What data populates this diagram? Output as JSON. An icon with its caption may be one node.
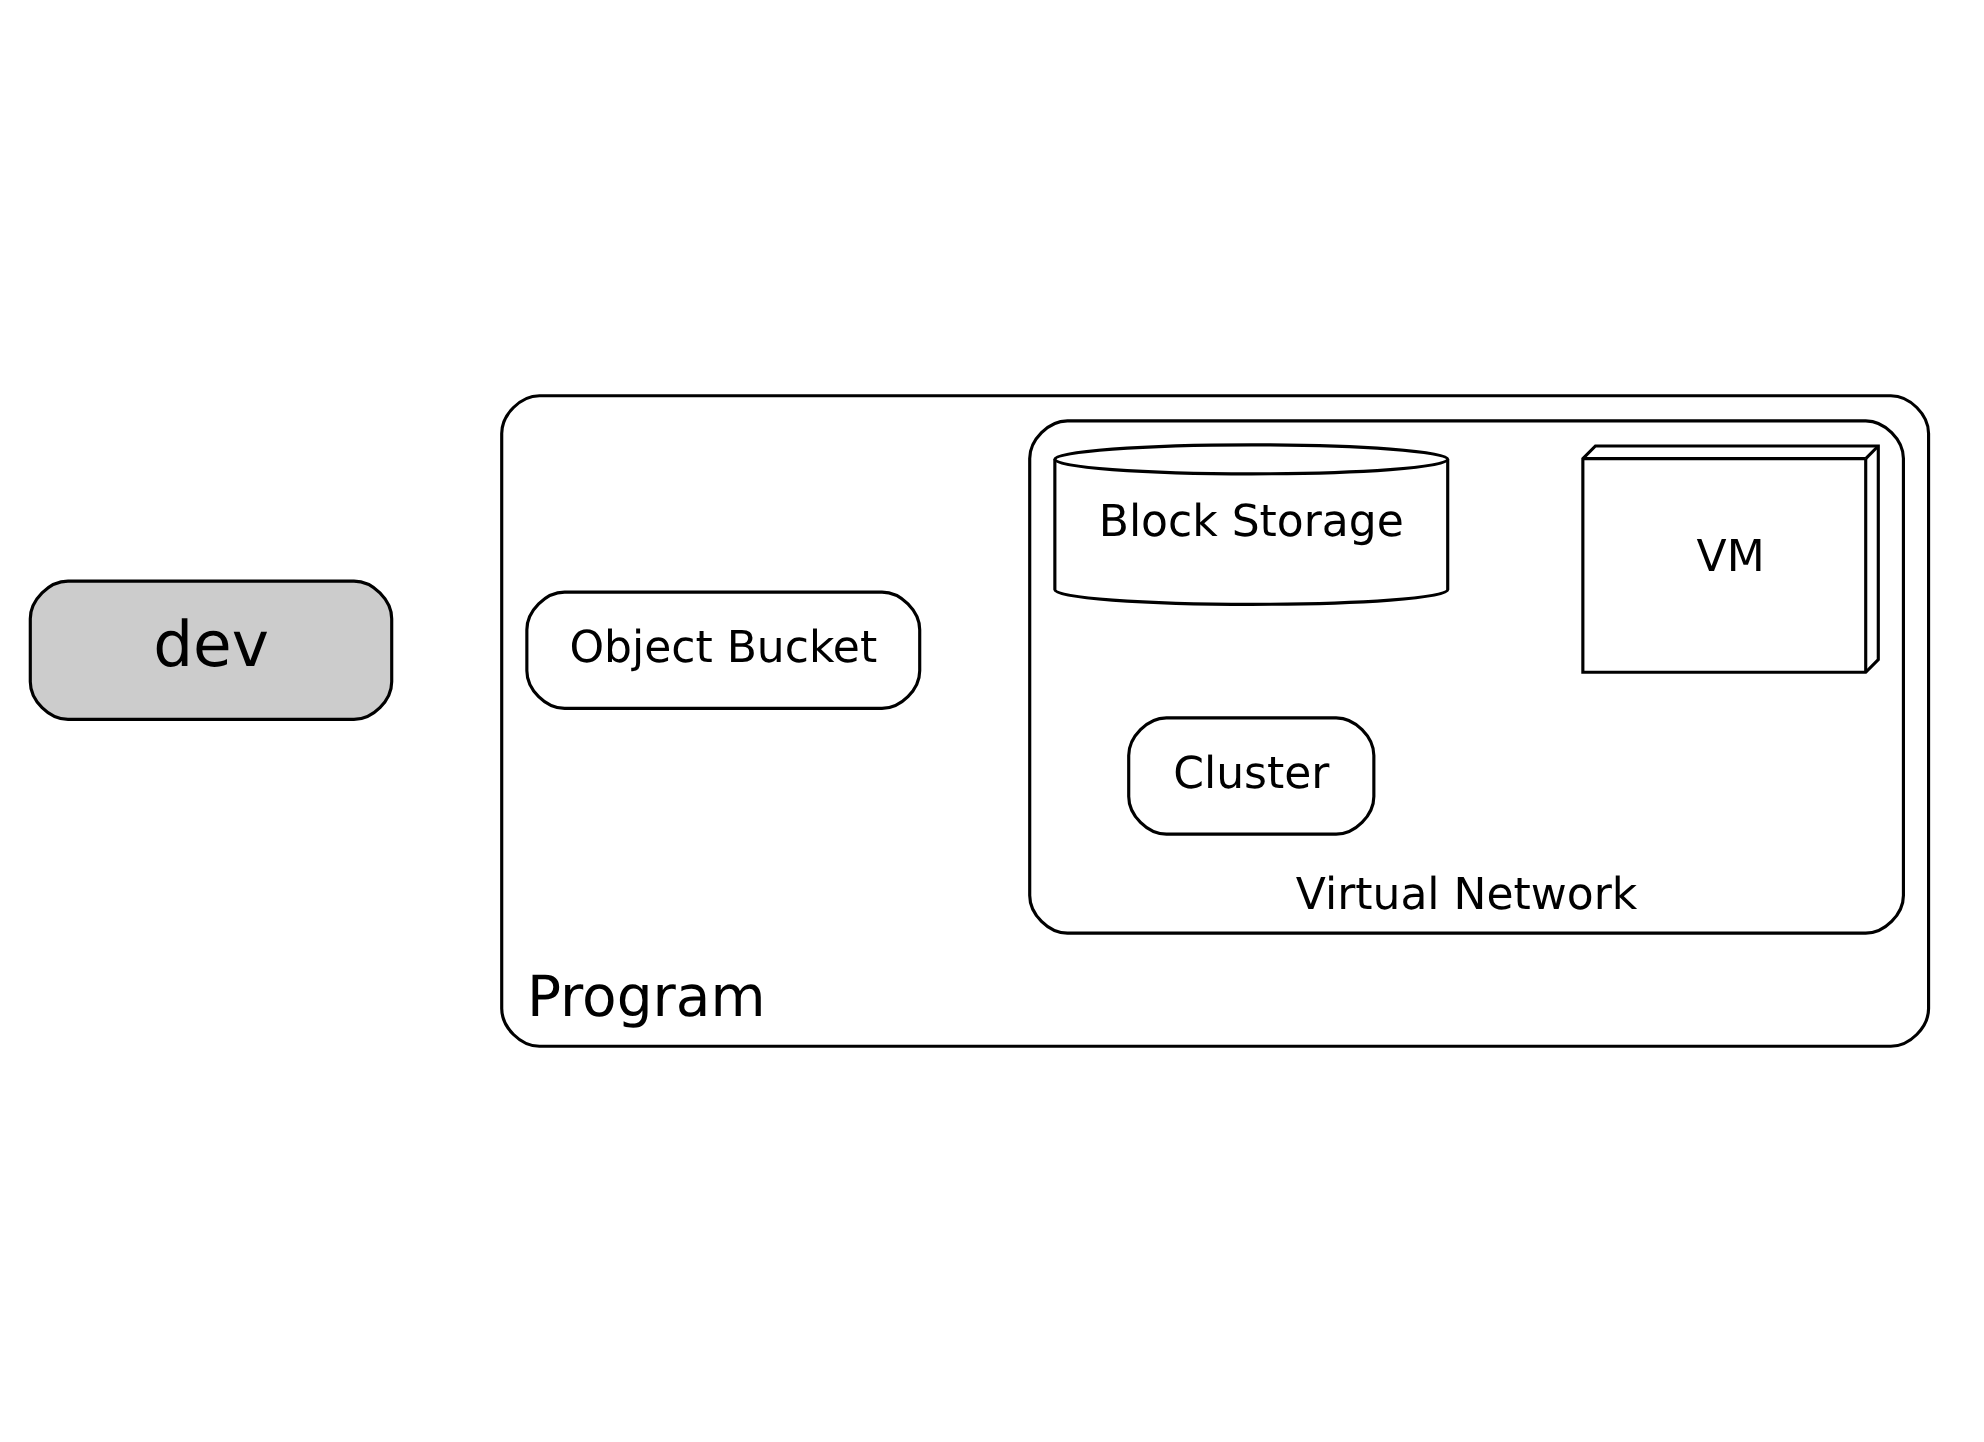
{
  "diagram": {
    "nodes": [
      {
        "text": [
          "Program"
        ]
      },
      {
        "text": [
          "dev"
        ]
      },
      {
        "text": [
          "Object Bucket"
        ],
        "in": 0
      },
      {
        "text": [
          "Virtual Network"
        ],
        "in": 0
      },
      {
        "text": [
          "Block Storage"
        ],
        "in": 3
      },
      {
        "text": [
          "VM"
        ],
        "in": 3
      },
      {
        "text": [
          "Cluster"
        ],
        "in": 3
      }
    ]
  }
}
